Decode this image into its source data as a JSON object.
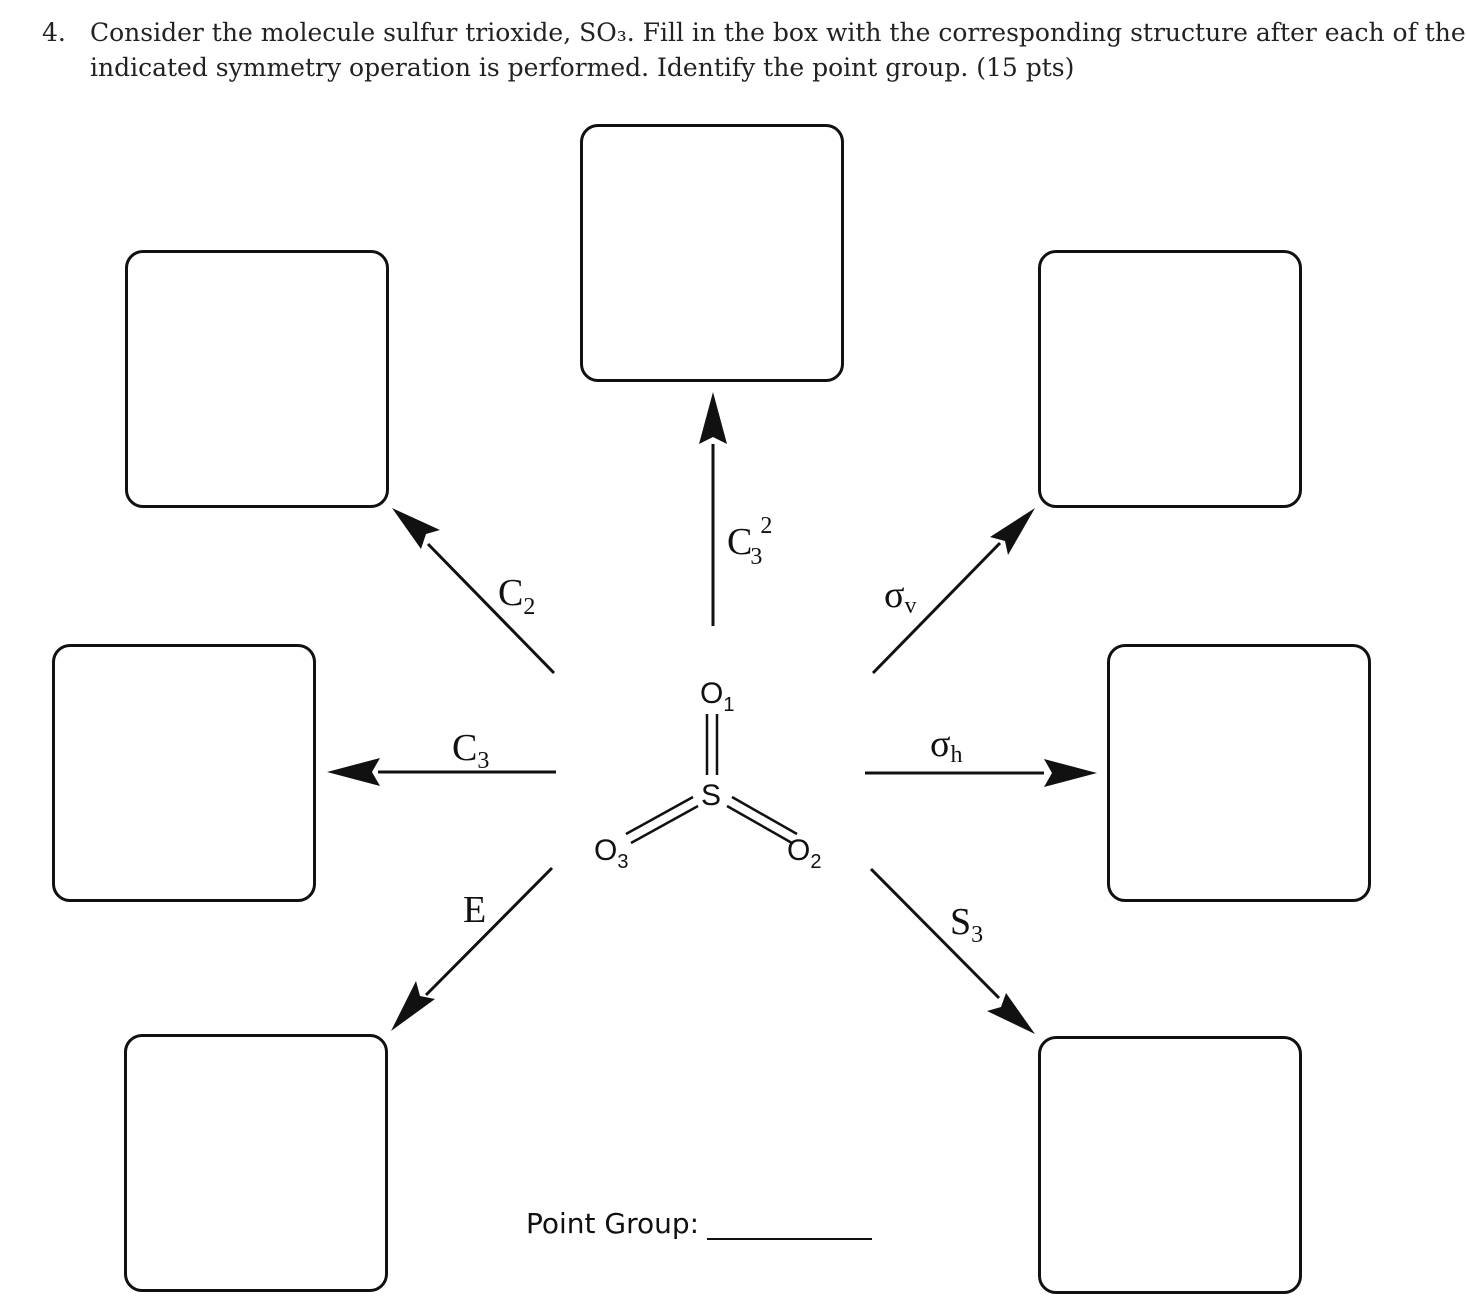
{
  "question": {
    "number": "4.",
    "line1": "Consider the molecule sulfur trioxide, SO₃. Fill in the box with the corresponding structure after each of the",
    "line2": "indicated symmetry operation is performed. Identify the point group. (15 pts)"
  },
  "operations": {
    "c3_squared": {
      "base": "C",
      "subscript": "3",
      "superscript": "2"
    },
    "c2": {
      "base": "C",
      "subscript": "2"
    },
    "sigma_v": {
      "base": "σ",
      "subscript": "v"
    },
    "c3": {
      "base": "C",
      "subscript": "3"
    },
    "sigma_h": {
      "base": "σ",
      "subscript": "h"
    },
    "e": {
      "base": "E"
    },
    "s3": {
      "base": "S",
      "subscript": "3"
    }
  },
  "molecule": {
    "center": "S",
    "o1": {
      "symbol": "O",
      "subscript": "1"
    },
    "o2": {
      "symbol": "O",
      "subscript": "2"
    },
    "o3": {
      "symbol": "O",
      "subscript": "3"
    }
  },
  "point_group": {
    "label": "Point Group:"
  }
}
